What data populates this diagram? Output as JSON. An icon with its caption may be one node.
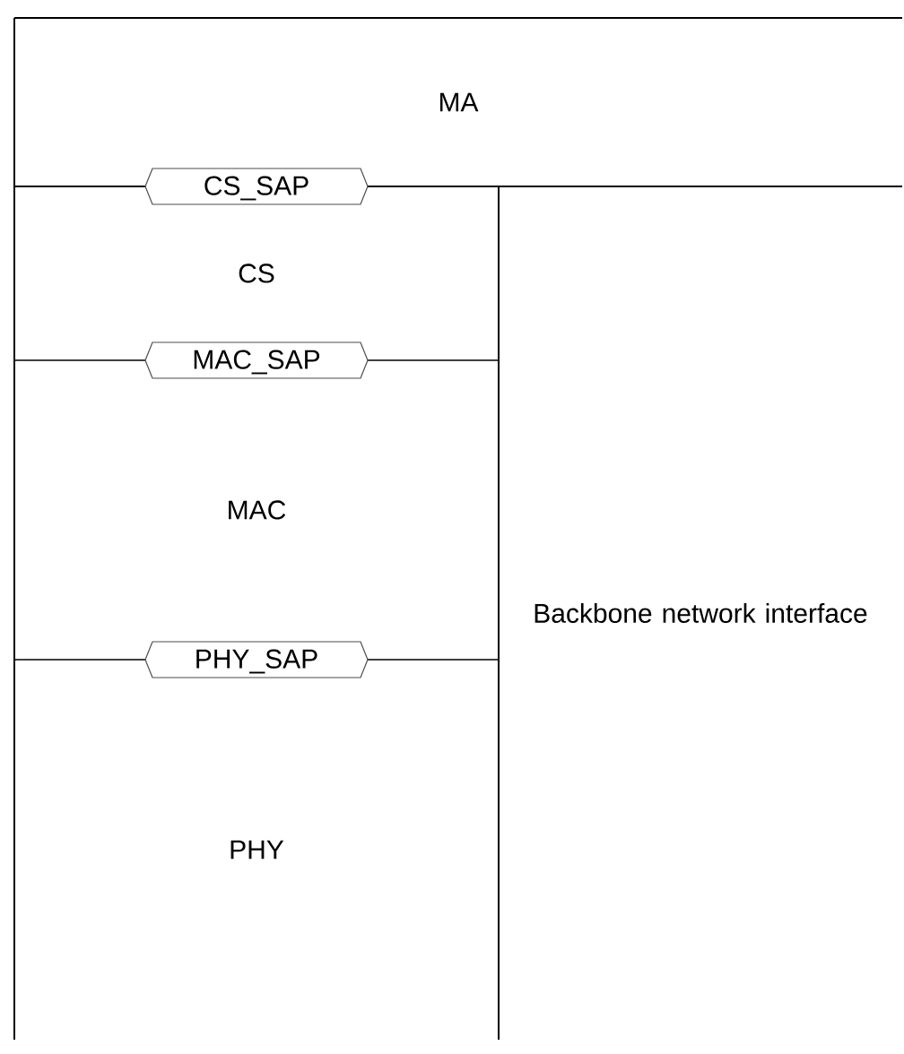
{
  "diagram": {
    "nodes": [
      {
        "text": [
          "MA"
        ]
      },
      {
        "text": [
          "CS_SAP"
        ]
      },
      {
        "text": [
          "CS"
        ]
      },
      {
        "text": [
          "MAC_SAP"
        ]
      },
      {
        "text": [
          "MAC"
        ]
      },
      {
        "text": [
          "Backbone network interface"
        ]
      },
      {
        "text": [
          "PHY_SAP"
        ]
      },
      {
        "text": [
          "PHY"
        ]
      }
    ]
  }
}
